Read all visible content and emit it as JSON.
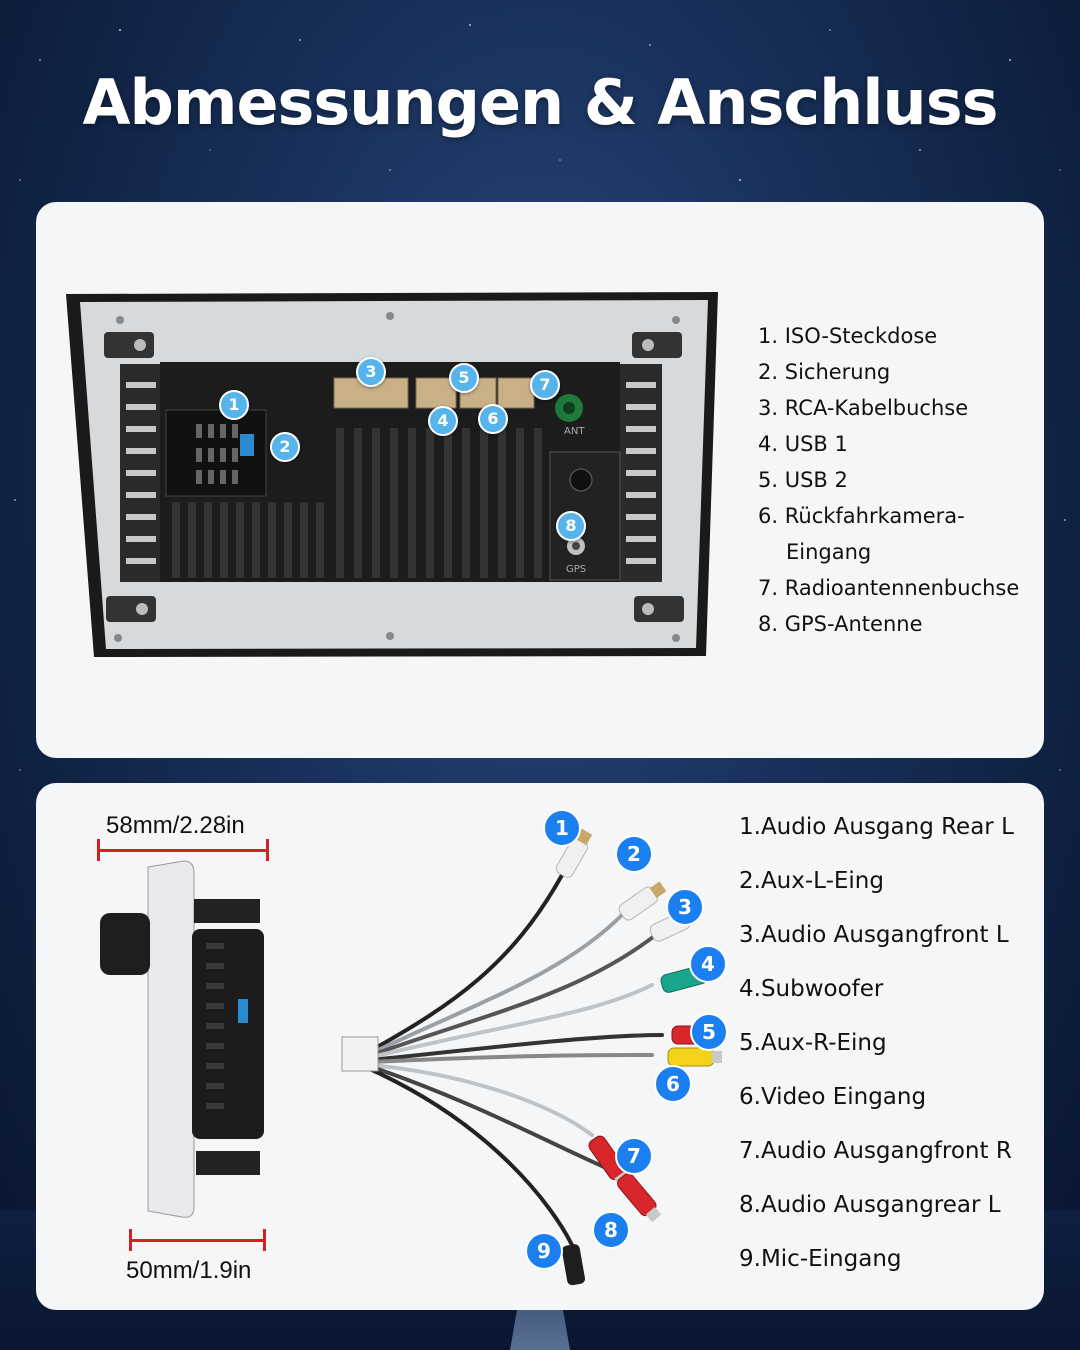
{
  "page": {
    "title": "Abmessungen & Anschluss"
  },
  "top_panel": {
    "legend": [
      {
        "num": "1.",
        "text": "ISO-Steckdose"
      },
      {
        "num": "2.",
        "text": "Sicherung"
      },
      {
        "num": "3.",
        "text": "RCA-Kabelbuchse"
      },
      {
        "num": "4.",
        "text": "USB 1"
      },
      {
        "num": "5.",
        "text": "USB 2"
      },
      {
        "num": "6.",
        "text": "Rückfahrkamera-",
        "cont": "Eingang"
      },
      {
        "num": "7.",
        "text": "Radioantennenbuchse"
      },
      {
        "num": "8.",
        "text": "GPS-Antenne"
      }
    ],
    "badges": [
      "1",
      "2",
      "3",
      "4",
      "5",
      "6",
      "7",
      "8"
    ],
    "unit_labels": {
      "ant": "ANT",
      "gps": "GPS"
    }
  },
  "bottom_panel": {
    "dimensions": {
      "depth_top": "58mm/2.28in",
      "depth_bottom": "50mm/1.9in"
    },
    "legend": [
      "1.Audio Ausgang Rear L",
      "2.Aux-L-Eing",
      "3.Audio Ausgangfront L",
      "4.Subwoofer",
      "5.Aux-R-Eing",
      "6.Video Eingang",
      "7.Audio Ausgangfront R",
      "8.Audio Ausgangrear L",
      "9.Mic-Eingang"
    ],
    "badges": [
      "1",
      "2",
      "3",
      "4",
      "5",
      "6",
      "7",
      "8",
      "9"
    ]
  },
  "colors": {
    "background": "#18305a",
    "panel": "#f4f6f8",
    "badge_top": "#56b4ea",
    "badge_bottom": "#1b7ff0",
    "dimension_line": "#d61f1f",
    "rca_white": "#f0f0f0",
    "rca_red": "#d8262a",
    "rca_yellow": "#f2d21b",
    "rca_green": "#1aa68a"
  }
}
